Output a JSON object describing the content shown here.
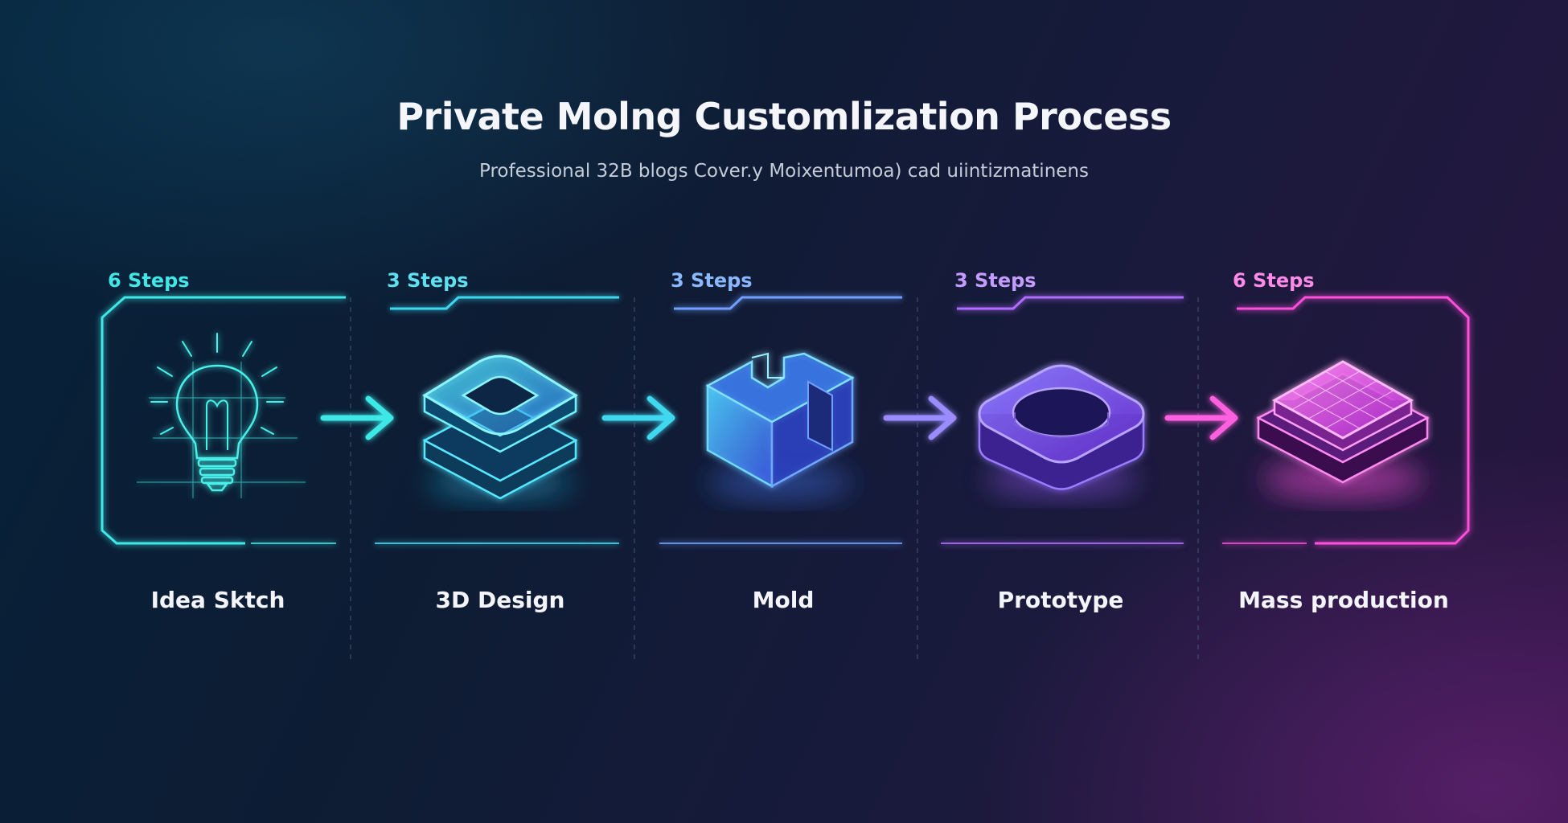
{
  "title": "Private Molng Customlization Process",
  "subtitle": "Professional 32B blogs Cover.y Moixentumoa) cad uiintizmatinens",
  "stages": [
    {
      "label": "Idea Sktch",
      "steps": "6 Steps",
      "icon": "lightbulb-sketch-icon",
      "color": "#3ee8e6"
    },
    {
      "label": "3D Design",
      "steps": "3 Steps",
      "icon": "layered-ring-3d-icon",
      "color": "#3fd0f0"
    },
    {
      "label": "Mold",
      "steps": "3 Steps",
      "icon": "puzzle-mold-icon",
      "color": "#6f8cff"
    },
    {
      "label": "Prototype",
      "steps": "3 Steps",
      "icon": "rounded-ring-prototype-icon",
      "color": "#b06cff"
    },
    {
      "label": "Mass production",
      "steps": "6 Steps",
      "icon": "grid-tray-production-icon",
      "color": "#ff5ce0"
    }
  ],
  "colors": {
    "background": "#101c35",
    "cyan": "#3ee8e6",
    "blue": "#5aa8ff",
    "violet": "#9a72ff",
    "magenta": "#ff4fdc"
  }
}
